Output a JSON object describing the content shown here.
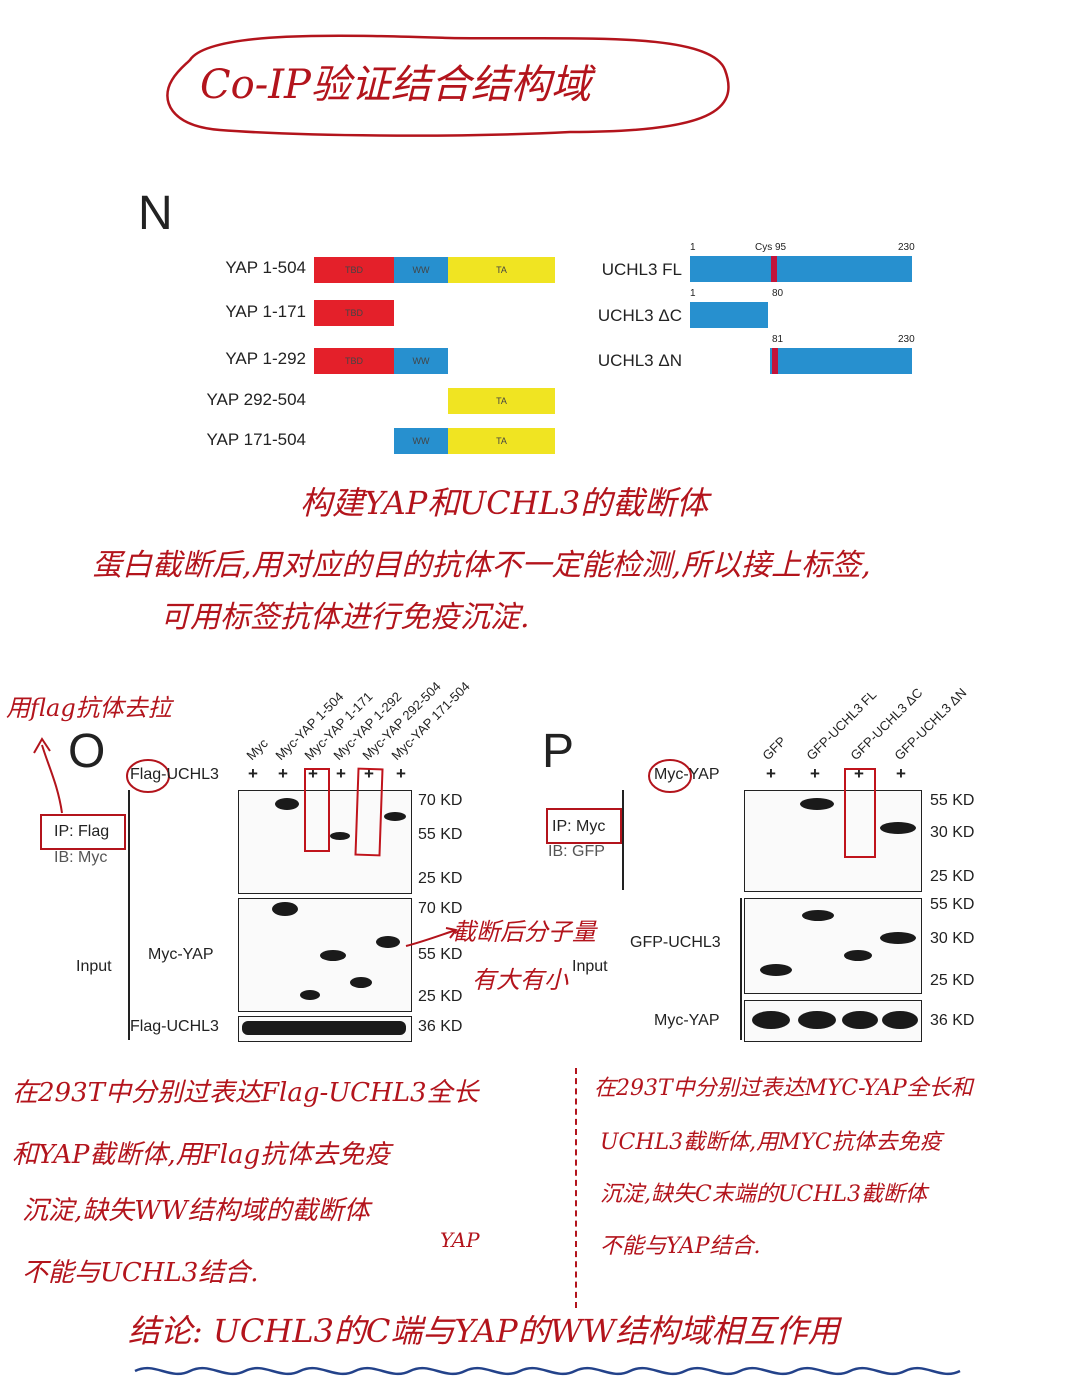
{
  "title": "Co-IP验证结合结构域",
  "panel_n": {
    "letter": "N",
    "yap_rows": [
      {
        "label": "YAP 1-504",
        "domains": [
          "TBD",
          "WW",
          "TA"
        ]
      },
      {
        "label": "YAP 1-171",
        "domains": [
          "TBD"
        ]
      },
      {
        "label": "YAP 1-292",
        "domains": [
          "TBD",
          "WW"
        ]
      },
      {
        "label": "YAP 292-504",
        "domains": [
          "TA"
        ]
      },
      {
        "label": "YAP 171-504",
        "domains": [
          "WW",
          "TA"
        ]
      }
    ],
    "uchl3_rows": [
      {
        "label": "UCHL3 FL",
        "start": "1",
        "mid": "Cys 95",
        "end": "230"
      },
      {
        "label": "UCHL3 ΔC",
        "start": "1",
        "end": "80"
      },
      {
        "label": "UCHL3 ΔN",
        "start": "81",
        "end": "230"
      }
    ],
    "colors": {
      "TBD": "#e4202a",
      "WW": "#2790cf",
      "TA": "#f0e422",
      "cys": "#c2143a"
    }
  },
  "notes": {
    "line1": "构建YAP和UCHL3的截断体",
    "line2": "蛋白截断后,用对应的目的抗体不一定能检测,所以接上标签,",
    "line3": "可用标签抗体进行免疫沉淀.",
    "flag_note": "用flag抗体去拉",
    "size_note_1": "截断后分子量",
    "size_note_2": "有大有小"
  },
  "panel_o": {
    "letter": "O",
    "lanes": [
      "Myc",
      "Myc-YAP 1-504",
      "Myc-YAP 1-171",
      "Myc-YAP 1-292",
      "Myc-YAP 292-504",
      "Myc-YAP 171-504"
    ],
    "row_label": "Flag-UCHL3",
    "plus": "+",
    "ip": "IP: Flag",
    "ib": "IB: Myc",
    "input": "Input",
    "input_label": "Myc-YAP",
    "loading_label": "Flag-UCHL3",
    "kd_top": [
      "70 KD",
      "55 KD",
      "25 KD"
    ],
    "kd_input": [
      "70 KD",
      "55 KD",
      "25 KD"
    ],
    "kd_loading": "36 KD"
  },
  "panel_p": {
    "letter": "P",
    "lanes": [
      "GFP",
      "GFP-UCHL3 FL",
      "GFP-UCHL3 ΔC",
      "GFP-UCHL3 ΔN"
    ],
    "row_label": "Myc-YAP",
    "plus": "+",
    "ip": "IP: Myc",
    "ib": "IB: GFP",
    "input": "Input",
    "input_label": "GFP-UCHL3",
    "loading_label": "Myc-YAP",
    "kd_top": [
      "55 KD",
      "30 KD",
      "25 KD"
    ],
    "kd_input": [
      "55 KD",
      "30 KD",
      "25 KD"
    ],
    "kd_loading": "36 KD"
  },
  "bottom_left": [
    "在293T中分别过表达Flag-UCHL3全长",
    "和YAP截断体,用Flag抗体去免疫",
    "沉淀,缺失WW结构域的截断体",
    "不能与UCHL3结合."
  ],
  "bottom_left_insert": "YAP",
  "bottom_right": [
    "在293T中分别过表达MYC-YAP全长和",
    "UCHL3截断体,用MYC抗体去免疫",
    "沉淀,缺失C末端的UCHL3截断体",
    "不能与YAP结合."
  ],
  "conclusion": "结论: UCHL3的C端与YAP的WW结构域相互作用"
}
